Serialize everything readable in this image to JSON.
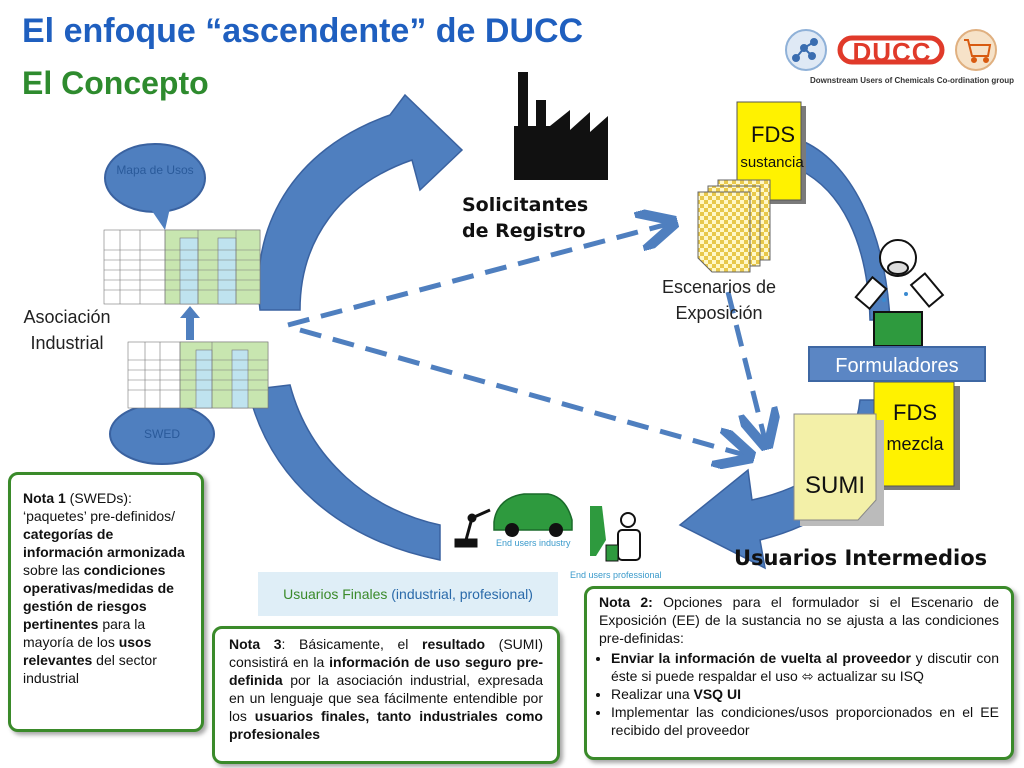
{
  "header": {
    "title": "El enfoque “ascendente” de DUCC",
    "subtitle": "El Concepto",
    "logo_text": "DUCC",
    "logo_caption": "Downstream Users of Chemicals Co-ordination group"
  },
  "diagram": {
    "mapa_bubble": "Mapa de Usos",
    "swed_bubble": "SWED",
    "asociacion": "Asociación Industrial",
    "solicitantes": "Solicitantes de Registro",
    "fds_sustancia_title": "FDS",
    "fds_sustancia_sub": "sustancia",
    "escenarios": "Escenarios de Exposición",
    "formuladores": "Formuladores",
    "fds_mezcla_title": "FDS",
    "fds_mezcla_sub": "mezcla",
    "sumi": "SUMI",
    "usuarios_intermedios": "Usuarios Intermedios",
    "end_users_industry": "End users industry",
    "end_users_professional": "End users professional",
    "usuarios_finales": "Usuarios Finales",
    "usuarios_finales_sub": "(industrial, profesional)"
  },
  "notes": {
    "note1": {
      "label": "Nota 1",
      "t1": " (SWEDs): ‘paquetes’ pre-definidos/ ",
      "b1": "categorías de información armonizada",
      "t2": " sobre las ",
      "b2": "condiciones operativas/medidas de gestión de riesgos pertinentes",
      "t3": " para la mayoría de los ",
      "b3": "usos relevantes",
      "t4": " del sector industrial"
    },
    "note3": {
      "label": "Nota 3",
      "t1": ": Básicamente, el ",
      "b1": "resultado",
      "t2": " (SUMI) consistirá en la ",
      "b2": "información de uso seguro pre-definida",
      "t3": " por la asociación industrial, expresada en un lenguaje que sea fácilmente entendible por los ",
      "b3": "usuarios finales, tanto industriales como profesionales"
    },
    "note2": {
      "label": "Nota 2:",
      "intro": " Opciones para el formulador si el Escenario de Exposición (EE) de la sustancia no se ajusta a las condiciones pre-definidas:",
      "item1_bold": "Enviar la información de vuelta al proveedor",
      "item1_rest": " y discutir con éste si puede respaldar el uso ⬄ actualizar su ISQ",
      "item2_pre": "Realizar una ",
      "item2_bold": "VSQ UI",
      "item3": "Implementar las condiciones/usos proporcionados en el EE recibido del proveedor"
    }
  },
  "colors": {
    "arrow_blue": "#4f7fbf",
    "note_border": "#3a8a2a",
    "doc_yellow": "#fff200",
    "formuladores": "#5b86c4"
  }
}
